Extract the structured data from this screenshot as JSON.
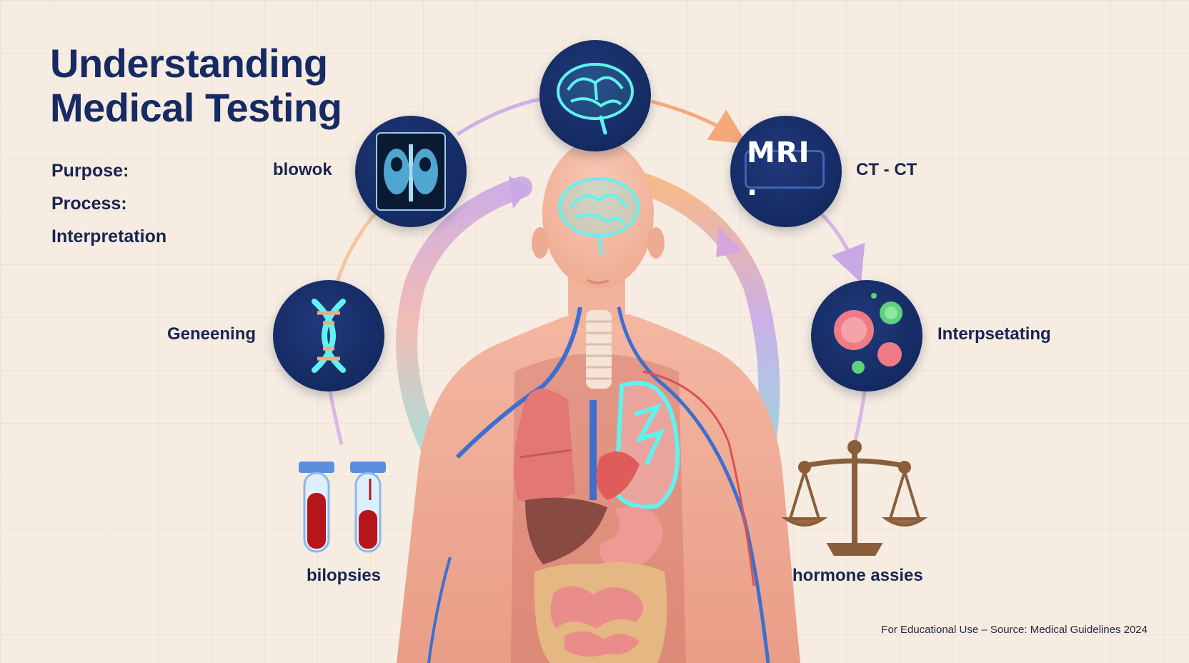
{
  "title": {
    "line1": "Understanding",
    "line2": "Medical Testing"
  },
  "side_list": [
    "Purpose:",
    "Process:",
    "Interpretation"
  ],
  "labels": {
    "xray": "blowok",
    "mri_right": "CT - CT",
    "dna": "Geneening",
    "cells": "Interpsetating",
    "tubes": "bilopsies",
    "scale": "hormone assies"
  },
  "mri_text": "MRI .",
  "footer": "For Educational Use – Source: Medical Guidelines 2024",
  "colors": {
    "background": "#f6ece2",
    "title": "#162a63",
    "node": "#142a62",
    "glow": "#5ff3f0",
    "skin": "#f4b9a5",
    "arrow_orange": "#f5a97a",
    "arrow_purple": "#c9a8e6",
    "arrow_teal": "#8fd6e0"
  },
  "icons": [
    "brain-icon",
    "xray-icon",
    "mri-icon",
    "dna-icon",
    "cells-icon",
    "test-tube-icon",
    "balance-scale-icon"
  ]
}
